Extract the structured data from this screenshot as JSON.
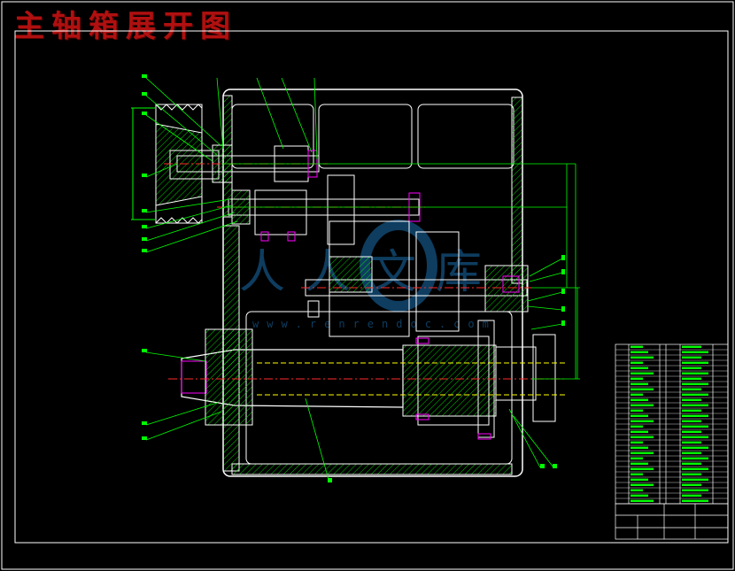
{
  "title": "主轴箱展开图",
  "watermark": {
    "text_cn": "人人文库",
    "text_url": "www.renrendoc.com"
  },
  "colors": {
    "background": "#000000",
    "frame": "#ffffff",
    "title": "#b01010",
    "geometry": "#ffffff",
    "leaders": "#00ff00",
    "centerline": "#ff2a2a",
    "hidden": "#ffff00",
    "hatch": "#00ff00",
    "gear_highlight": "#ff00ff",
    "watermark": "#1a6fb0"
  }
}
